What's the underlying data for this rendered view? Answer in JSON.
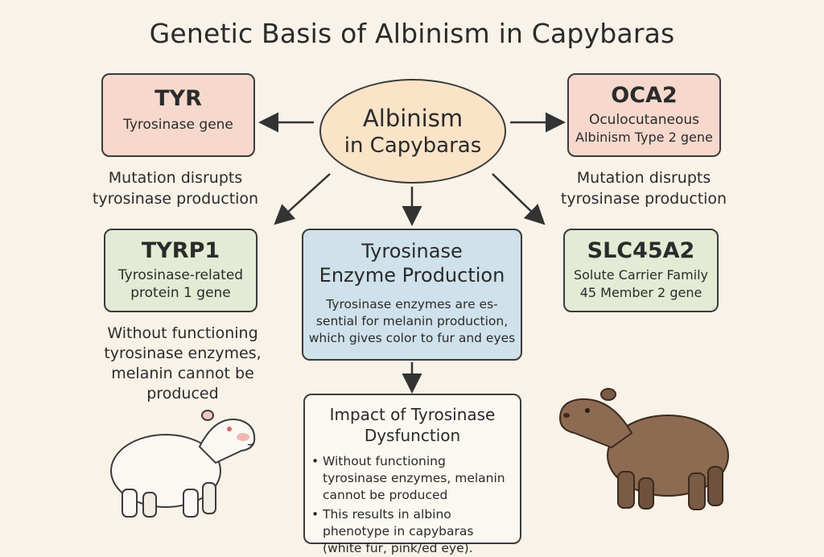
{
  "title": "Genetic Basis of Albinism in Capybaras",
  "center": {
    "line1": "Albinism",
    "line2": "in Capybaras"
  },
  "genes": {
    "tyr": {
      "name": "TYR",
      "desc": "Tyrosinase gene"
    },
    "oca2": {
      "name": "OCA2",
      "desc_line1": "Oculocutaneous",
      "desc_line2": "Albinism Type 2 gene"
    },
    "tyrp1": {
      "name": "TYRP1",
      "desc_line1": "Tyrosinase-related",
      "desc_line2": "protein 1 gene"
    },
    "slc45a2": {
      "name": "SLC45A2",
      "desc_line1": "Solute Carrier Family",
      "desc_line2": "45 Member 2 gene"
    }
  },
  "notes": {
    "tyr": {
      "line1": "Mutation disrupts",
      "line2": "tyrosinase production"
    },
    "oca2": {
      "line1": "Mutation disrupts",
      "line2": "tyrosinase production"
    },
    "tyrp1": {
      "line1": "Without functioning",
      "line2": "tyrosinase enzymes,",
      "line3": "melanin cannot be",
      "line4": "produced"
    }
  },
  "enzyme": {
    "title_line1": "Tyrosinase",
    "title_line2": "Enzyme Production",
    "desc_line1": "Tyrosinase enzymes are es-",
    "desc_line2": "sential for melanin production,",
    "desc_line3": "which gives color to fur and eyes"
  },
  "impact": {
    "title_line1": "Impact of Tyrosinase",
    "title_line2": "Dysfunction",
    "bullet1": "Without functioning tyrosinase enzymes, melanin cannot be produced",
    "bullet2": "This results in albino phenotype in capybaras (white fur, pink/ed eye)."
  },
  "colors": {
    "pink_box": "#f6d9cc",
    "green_box": "#e3ebd4",
    "blue_box": "#cfe1ea",
    "center_fill": "#fbe3c8",
    "albino_fur": "#fbf8f4",
    "normal_fur": "#8d6b52"
  },
  "icons": [
    "albino-capybara-illustration",
    "brown-capybara-illustration"
  ]
}
